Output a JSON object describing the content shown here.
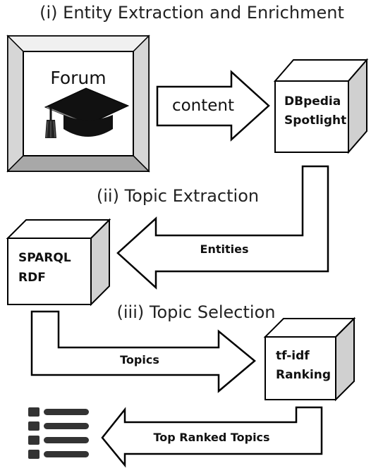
{
  "stages": {
    "stage1_title": "(i) Entity Extraction and Enrichment",
    "stage2_title": "(ii) Topic Extraction",
    "stage3_title": "(iii) Topic Selection"
  },
  "forum": {
    "label": "Forum",
    "icon": "graduation-cap-icon"
  },
  "arrows": {
    "content": "content",
    "entities": "Entities",
    "topics": "Topics",
    "top_ranked": "Top Ranked Topics"
  },
  "boxes": {
    "dbpedia": {
      "line1": "DBpedia",
      "line2": "Spotlight"
    },
    "sparql": {
      "line1": "SPARQL",
      "line2": "RDF"
    },
    "tfidf": {
      "line1": "tf-idf",
      "line2": "Ranking"
    }
  },
  "output": {
    "icon": "list-icon"
  }
}
